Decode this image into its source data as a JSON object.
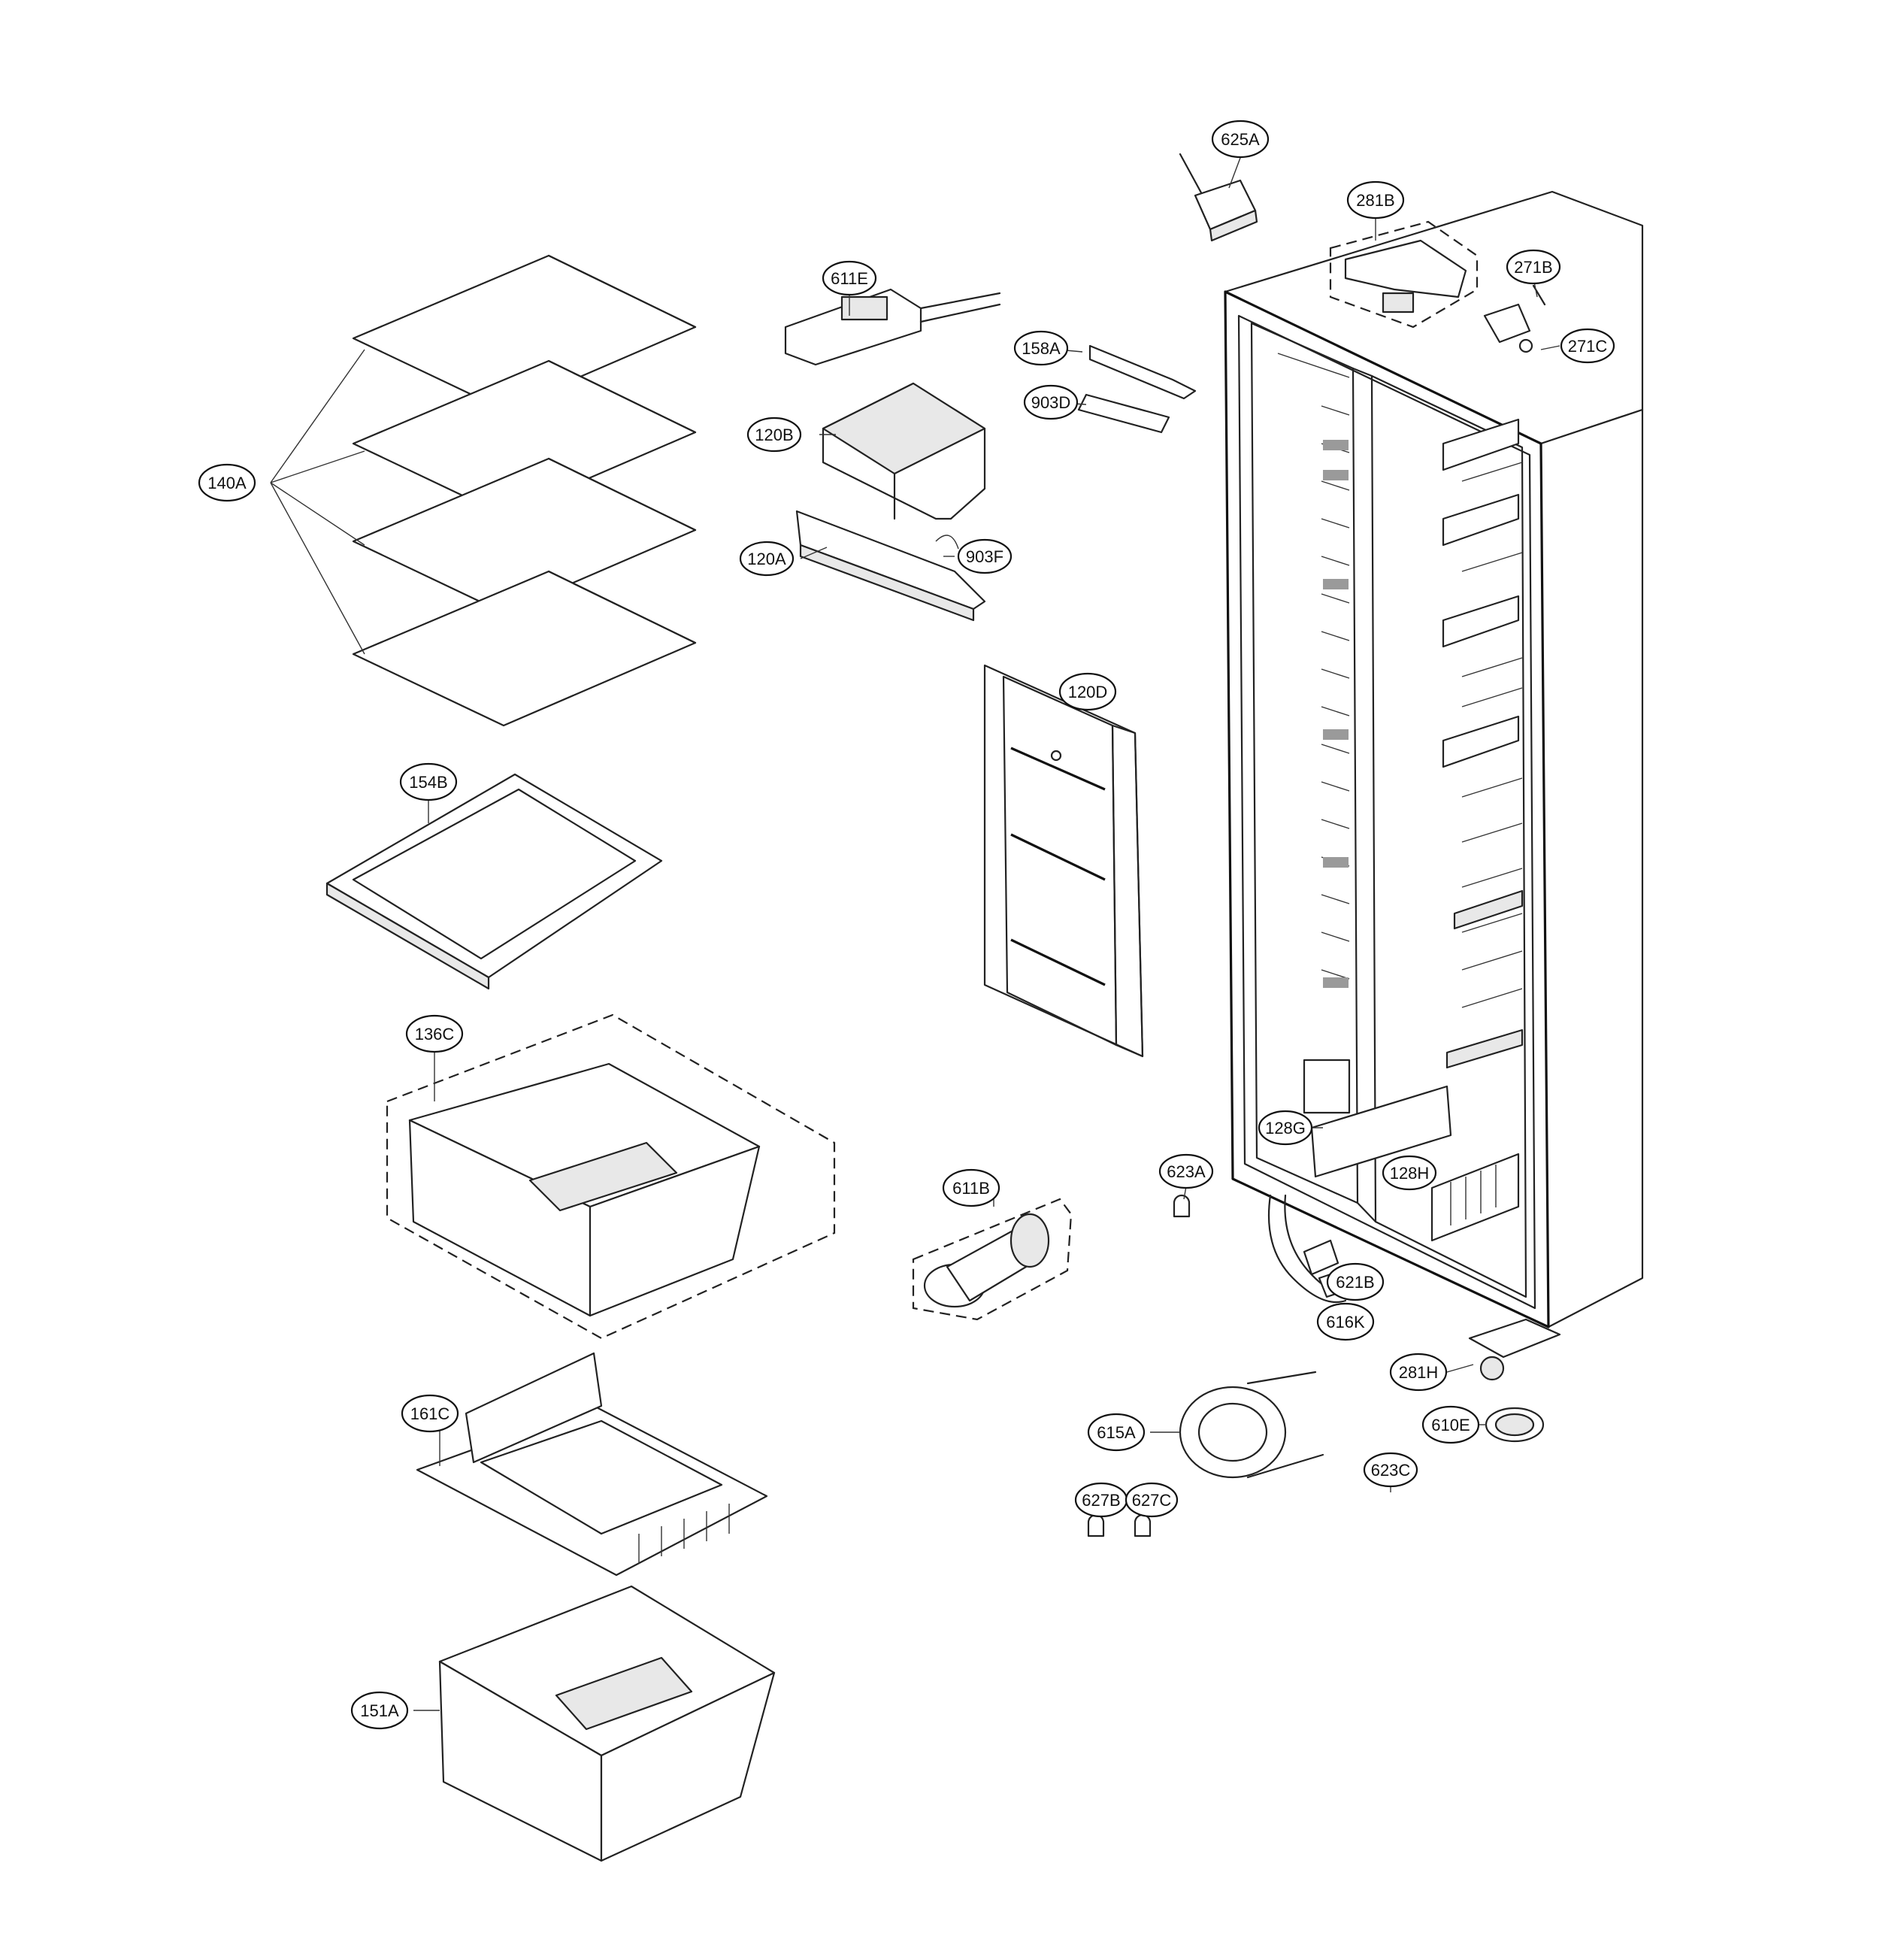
{
  "diagram": {
    "labels": [
      {
        "id": "625A",
        "text": "625A"
      },
      {
        "id": "281B",
        "text": "281B"
      },
      {
        "id": "271B",
        "text": "271B"
      },
      {
        "id": "271C",
        "text": "271C"
      },
      {
        "id": "611E",
        "text": "611E"
      },
      {
        "id": "158A",
        "text": "158A"
      },
      {
        "id": "903D",
        "text": "903D"
      },
      {
        "id": "120B",
        "text": "120B"
      },
      {
        "id": "140A",
        "text": "140A"
      },
      {
        "id": "120A",
        "text": "120A"
      },
      {
        "id": "903F",
        "text": "903F"
      },
      {
        "id": "120D",
        "text": "120D"
      },
      {
        "id": "154B",
        "text": "154B"
      },
      {
        "id": "136C",
        "text": "136C"
      },
      {
        "id": "128G",
        "text": "128G"
      },
      {
        "id": "623A",
        "text": "623A"
      },
      {
        "id": "128H",
        "text": "128H"
      },
      {
        "id": "611B",
        "text": "611B"
      },
      {
        "id": "621B",
        "text": "621B"
      },
      {
        "id": "616K",
        "text": "616K"
      },
      {
        "id": "281H",
        "text": "281H"
      },
      {
        "id": "161C",
        "text": "161C"
      },
      {
        "id": "615A",
        "text": "615A"
      },
      {
        "id": "610E",
        "text": "610E"
      },
      {
        "id": "623C",
        "text": "623C"
      },
      {
        "id": "627B",
        "text": "627B"
      },
      {
        "id": "627C",
        "text": "627C"
      },
      {
        "id": "151A",
        "text": "151A"
      }
    ]
  }
}
